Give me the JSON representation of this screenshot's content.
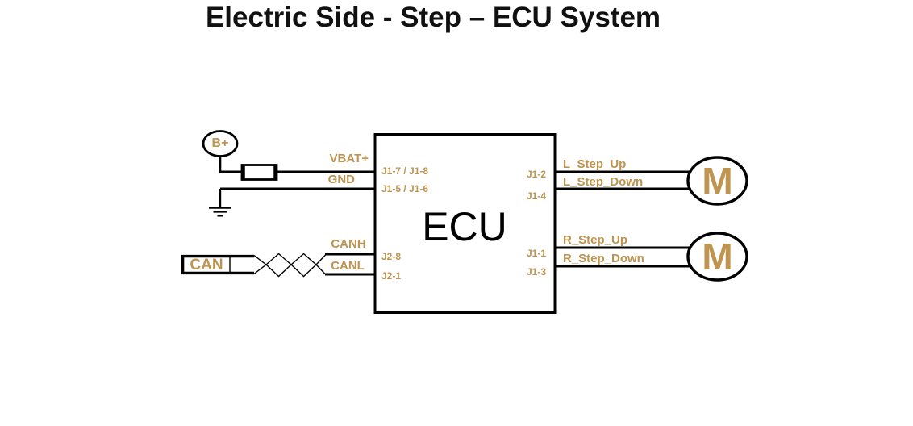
{
  "title": "Electric Side - Step – ECU System",
  "colors": {
    "accent_gold": "#BE9450",
    "line_black": "#000000",
    "background": "#FFFFFF"
  },
  "symbols": {
    "battery": "battery-positive-terminal-icon",
    "fuse": "fuse-icon",
    "ground": "chassis-ground-icon",
    "twisted_pair": "twisted-pair-icon",
    "motor": "motor-circle-icon"
  },
  "battery": {
    "label": "B+"
  },
  "power_labels": {
    "vbat": "VBAT+",
    "gnd": "GND"
  },
  "can_bus": {
    "connector": "CAN",
    "high": "CANH",
    "low": "CANL"
  },
  "ecu": {
    "title": "ECU",
    "left_pins": [
      "J1-7 / J1-8",
      "J1-5 / J1-6",
      "J2-8",
      "J2-1"
    ],
    "right_pins": [
      "J1-2",
      "J1-4",
      "J1-1",
      "J1-3"
    ]
  },
  "signals": {
    "left_up": "L_Step_Up",
    "left_down": "L_Step_Down",
    "right_up": "R_Step_Up",
    "right_down": "R_Step_Down"
  },
  "motors": {
    "left": "M",
    "right": "M"
  }
}
